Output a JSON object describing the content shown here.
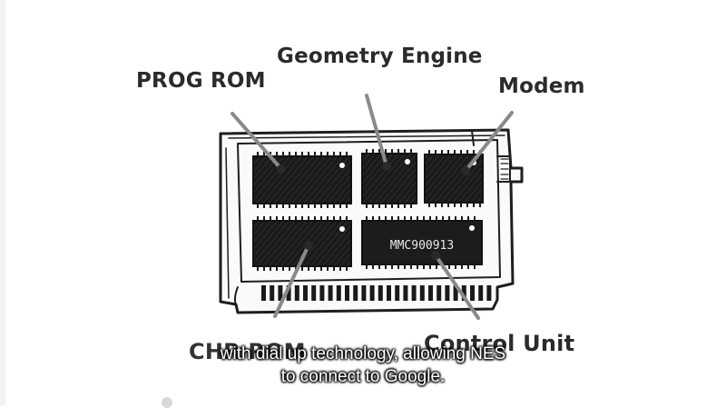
{
  "labels": {
    "prog_rom": "PROG ROM",
    "geometry_engine": "Geometry Engine",
    "modem": "Modem",
    "chr_rom": "CHR ROM",
    "control_unit": "Control Unit"
  },
  "chip_marking": "MMC900913",
  "subtitle": {
    "line1": "with dial up technology, allowing NES",
    "line2": "to connect to Google."
  },
  "colors": {
    "background": "#ffffff",
    "ink": "#1e1e1e",
    "chip": "#1a1a1a",
    "pointer": "#8a8a8a"
  }
}
